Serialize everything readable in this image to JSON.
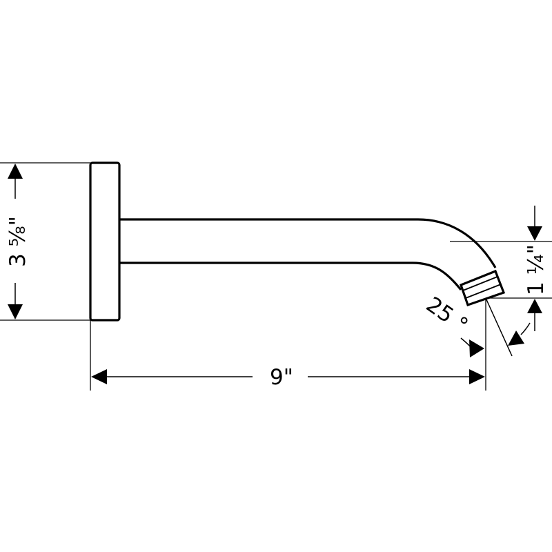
{
  "colors": {
    "line": "#000000",
    "background": "#ffffff"
  },
  "dimensions": {
    "height_label": "3 ⅝\"",
    "length_label": "9\"",
    "outlet_label": "1 ¼\"",
    "angle_label": "25 °"
  },
  "parts": [
    "escutcheon-plate",
    "spout-pipe",
    "aerator-outlet"
  ]
}
